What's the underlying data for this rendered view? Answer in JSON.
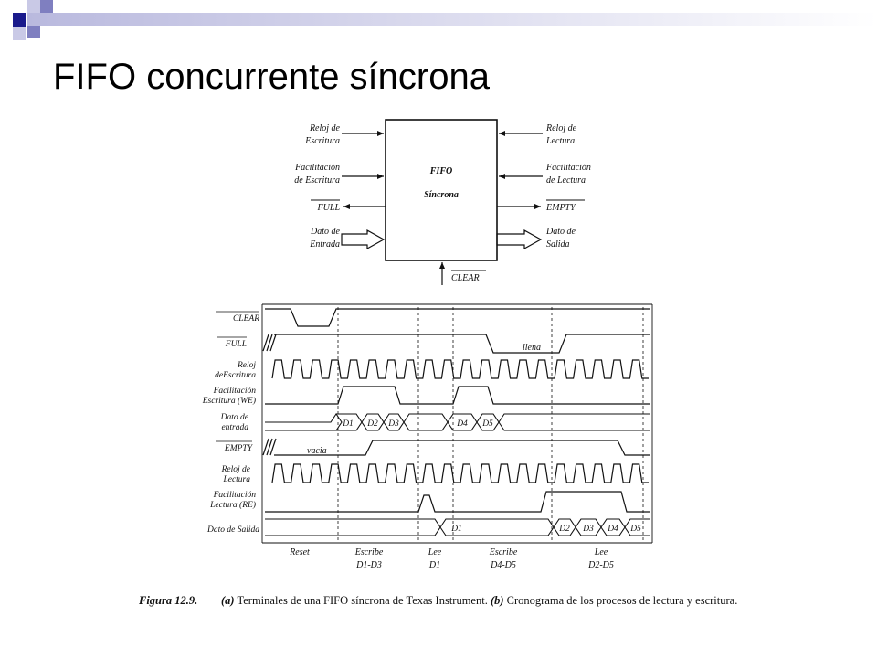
{
  "title": "FIFO concurrente síncrona",
  "block": {
    "name_line1": "FIFO",
    "name_line2": "Síncrona",
    "left_signals": [
      {
        "line1": "Reloj de",
        "line2": "Escritura"
      },
      {
        "line1": "Facilitación",
        "line2": "de Escritura"
      },
      {
        "line1": "FULL",
        "line2": ""
      },
      {
        "line1": "Dato de",
        "line2": "Entrada"
      }
    ],
    "right_signals": [
      {
        "line1": "Reloj de",
        "line2": "Lectura"
      },
      {
        "line1": "Facilitación",
        "line2": "de Lectura"
      },
      {
        "line1": "EMPTY",
        "line2": ""
      },
      {
        "line1": "Dato de",
        "line2": "Salida"
      }
    ],
    "bottom_signal": "CLEAR"
  },
  "timing": {
    "signal_labels": [
      {
        "line1": "CLEAR",
        "line2": ""
      },
      {
        "line1": "FULL",
        "line2": ""
      },
      {
        "line1": "Reloj",
        "line2": "deEscritura"
      },
      {
        "line1": "Facilitación",
        "line2": "Escritura (WE)"
      },
      {
        "line1": "Dato de",
        "line2": "entrada"
      },
      {
        "line1": "EMPTY",
        "line2": ""
      },
      {
        "line1": "Reloj de",
        "line2": "Lectura"
      },
      {
        "line1": "Facilitación",
        "line2": "Lectura (RE)"
      },
      {
        "line1": "Dato de Salida",
        "line2": ""
      }
    ],
    "annotations": {
      "llena": "llena",
      "vacia": "vacia"
    },
    "input_data": [
      "D1",
      "D2",
      "D3",
      "D4",
      "D5"
    ],
    "output_data": [
      "D1",
      "D2",
      "D3",
      "D4",
      "D5"
    ],
    "phases": [
      {
        "line1": "Reset",
        "line2": ""
      },
      {
        "line1": "Escribe",
        "line2": "D1-D3"
      },
      {
        "line1": "Lee",
        "line2": "D1"
      },
      {
        "line1": "Escribe",
        "line2": "D4-D5"
      },
      {
        "line1": "Lee",
        "line2": "D2-D5"
      }
    ]
  },
  "caption": {
    "figure": "Figura 12.9.",
    "part_a": "(a)",
    "text_a": " Terminales de una FIFO síncrona de Texas Instrument. ",
    "part_b": "(b)",
    "text_b": " Cronograma de los procesos de lectura y escritura."
  },
  "colors": {
    "deco_dark": "#1a1a8c",
    "deco_mid": "#7f7fc0",
    "deco_light": "#c9c9e6"
  }
}
